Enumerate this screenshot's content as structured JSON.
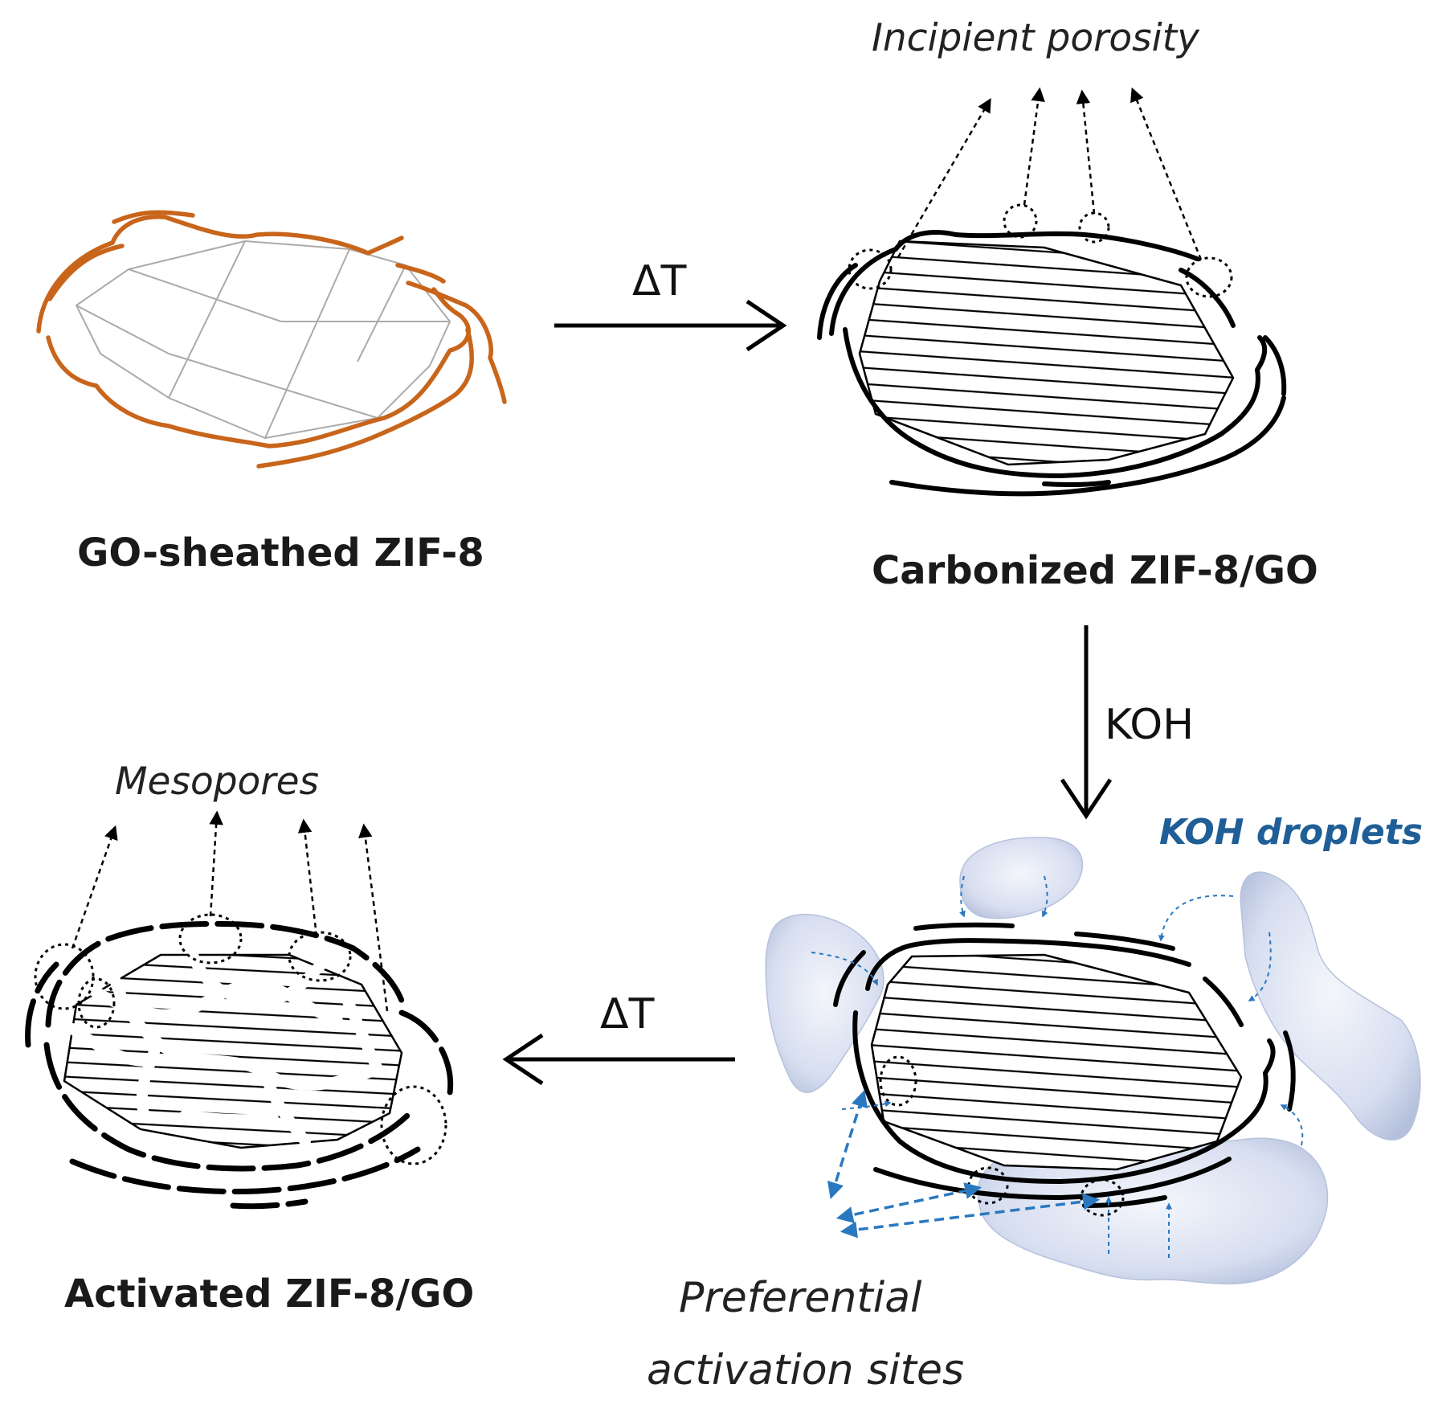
{
  "stages": {
    "go_sheathed": "GO-sheathed ZIF-8",
    "carbonized": "Carbonized ZIF-8/GO",
    "activated": "Activated ZIF-8/GO"
  },
  "steps": {
    "heat_1": "ΔT",
    "koh": "KOH",
    "heat_2": "ΔT"
  },
  "annotations": {
    "incipient_porosity": "Incipient porosity",
    "mesopores": "Mesopores",
    "koh_droplets": "KOH droplets",
    "preferential_line1": "Preferential",
    "preferential_line2": "activation sites"
  },
  "colors": {
    "go_sheet": "#c8651b",
    "droplet": "#c9d3e8",
    "droplet_arrow": "#2a78c0",
    "koh_label": "#1f5e96",
    "ink": "#000000"
  }
}
